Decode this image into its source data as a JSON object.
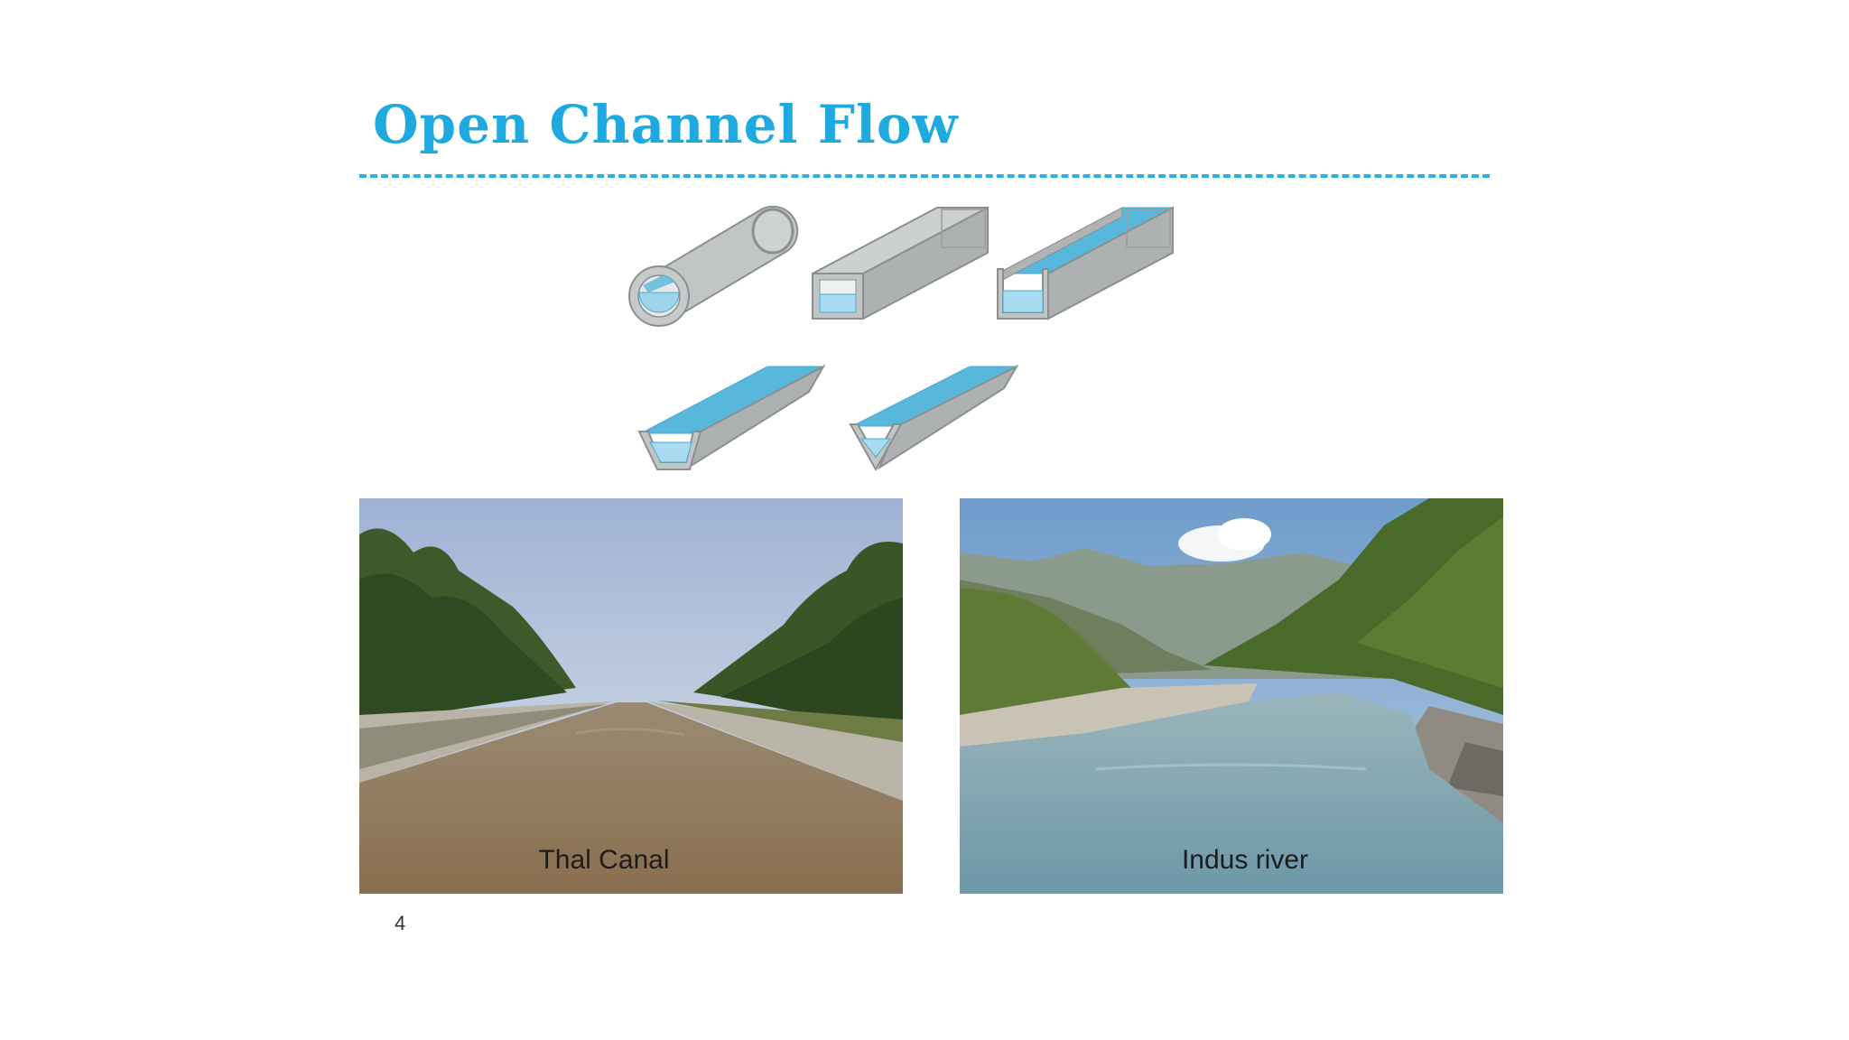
{
  "slide": {
    "title": "Open Channel Flow",
    "page_number": "4"
  },
  "colors": {
    "title": "#1eaadf",
    "divider": "#2ab0e2",
    "channel_body": "#b9bcbd",
    "water": "#57b8dc"
  },
  "diagrams": [
    {
      "name": "circular-pipe-partially-full"
    },
    {
      "name": "closed-rectangular-conduit"
    },
    {
      "name": "open-rectangular-channel"
    },
    {
      "name": "trapezoidal-channel"
    },
    {
      "name": "triangular-channel"
    }
  ],
  "photos": [
    {
      "caption": "Thal Canal"
    },
    {
      "caption": "Indus river"
    }
  ]
}
